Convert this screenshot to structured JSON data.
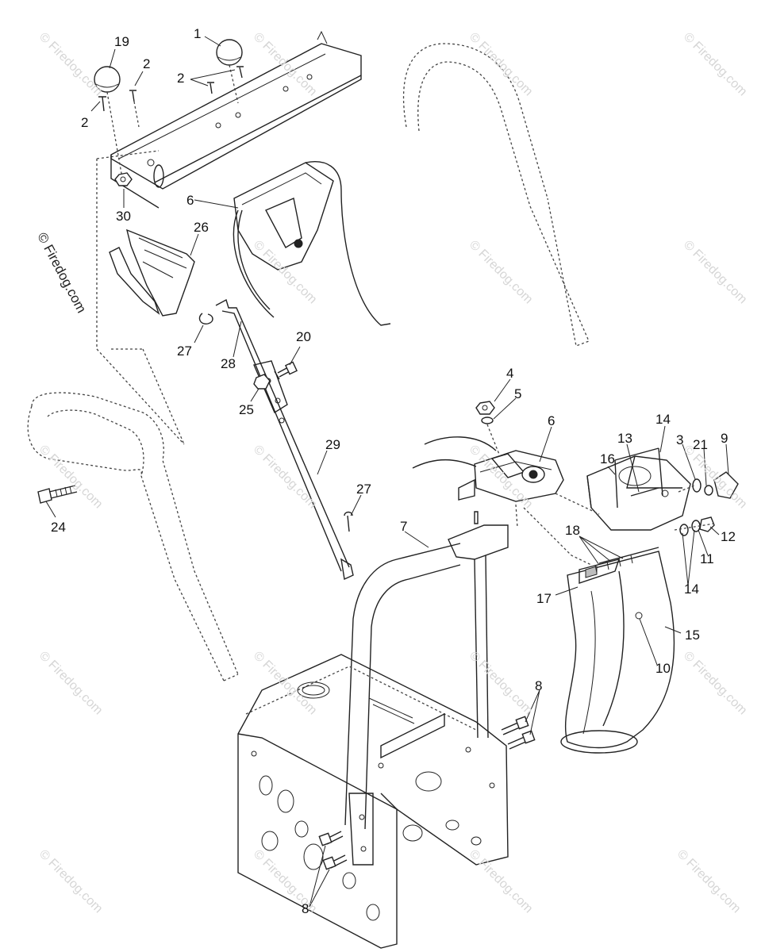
{
  "diagram": {
    "credit": "© Firedog.com",
    "watermark_text": "© Firedog.com",
    "callouts": [
      {
        "id": "c19",
        "text": "19"
      },
      {
        "id": "c1",
        "text": "1"
      },
      {
        "id": "c2a",
        "text": "2"
      },
      {
        "id": "c2b",
        "text": "2"
      },
      {
        "id": "c2c",
        "text": "2"
      },
      {
        "id": "c6a",
        "text": "6"
      },
      {
        "id": "c30",
        "text": "30"
      },
      {
        "id": "c26",
        "text": "26"
      },
      {
        "id": "c27a",
        "text": "27"
      },
      {
        "id": "c28",
        "text": "28"
      },
      {
        "id": "c20",
        "text": "20"
      },
      {
        "id": "c25",
        "text": "25"
      },
      {
        "id": "c29",
        "text": "29"
      },
      {
        "id": "c27b",
        "text": "27"
      },
      {
        "id": "c24",
        "text": "24"
      },
      {
        "id": "c4",
        "text": "4"
      },
      {
        "id": "c5",
        "text": "5"
      },
      {
        "id": "c6b",
        "text": "6"
      },
      {
        "id": "c7",
        "text": "7"
      },
      {
        "id": "c14a",
        "text": "14"
      },
      {
        "id": "c13",
        "text": "13"
      },
      {
        "id": "c3",
        "text": "3"
      },
      {
        "id": "c21",
        "text": "21"
      },
      {
        "id": "c9",
        "text": "9"
      },
      {
        "id": "c16",
        "text": "16"
      },
      {
        "id": "c18",
        "text": "18"
      },
      {
        "id": "c12",
        "text": "12"
      },
      {
        "id": "c11",
        "text": "11"
      },
      {
        "id": "c14b",
        "text": "14"
      },
      {
        "id": "c17",
        "text": "17"
      },
      {
        "id": "c15",
        "text": "15"
      },
      {
        "id": "c10",
        "text": "10"
      },
      {
        "id": "c8a",
        "text": "8"
      },
      {
        "id": "c8b",
        "text": "8"
      }
    ]
  }
}
